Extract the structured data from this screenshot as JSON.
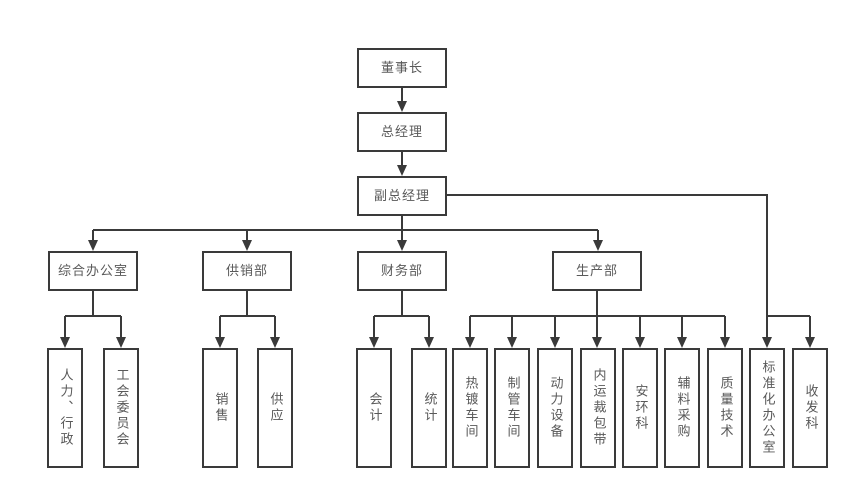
{
  "org_chart": {
    "nodes": {
      "chairman": "董事长",
      "general_manager": "总经理",
      "deputy_general_manager": "副总经理"
    },
    "departments": [
      {
        "label": "综合办公室",
        "children": [
          "人力、行政",
          "工会委员会"
        ]
      },
      {
        "label": "供销部",
        "children": [
          "销售",
          "供应"
        ]
      },
      {
        "label": "财务部",
        "children": [
          "会计",
          "统计"
        ]
      },
      {
        "label": "生产部",
        "children": [
          "热镀车间",
          "制管车间",
          "动力设备",
          "内运裁包带",
          "安环科",
          "辅料采购",
          "质量技术"
        ]
      }
    ],
    "deputy_direct_reports": [
      "标准化办公室",
      "收发科"
    ],
    "colors": {
      "line": "#3a3a3a",
      "text": "#595959",
      "background": "#ffffff"
    }
  }
}
